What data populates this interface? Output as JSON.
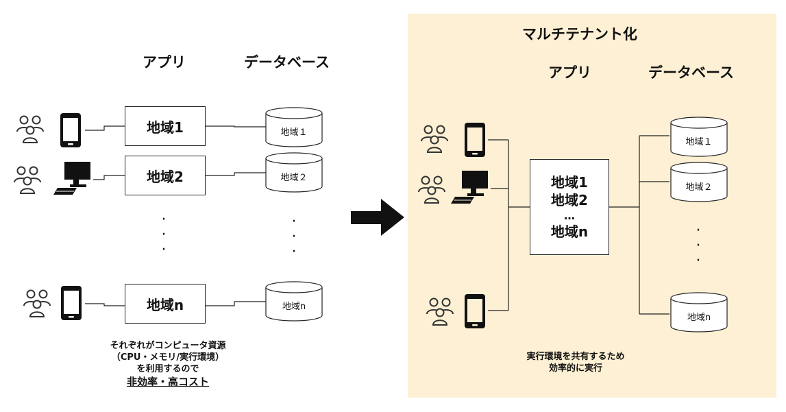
{
  "left": {
    "header_app": "アプリ",
    "header_db": "データベース",
    "apps": [
      "地域1",
      "地域2",
      "地域n"
    ],
    "dbs": [
      "地域１",
      "地域２",
      "地域n"
    ],
    "note_line1": "それぞれがコンピュータ資源",
    "note_line2": "（CPU・メモリ/実行環境）",
    "note_line3": "を利用するので",
    "note_emphasis": "非効率・高コスト"
  },
  "right": {
    "title": "マルチテナント化",
    "header_app": "アプリ",
    "header_db": "データベース",
    "app_lines": [
      "地域1",
      "地域2",
      "…",
      "地域n"
    ],
    "dbs": [
      "地域１",
      "地域２",
      "地域n"
    ],
    "note_line1": "実行環境を共有するため",
    "note_line2": "効率的に実行"
  },
  "colors": {
    "panel": "#fdf0d4",
    "icon_outline": "#333333",
    "device": "#111111"
  },
  "icons": [
    "users-icon",
    "smartphone-icon",
    "desktop-computer-icon",
    "database-icon",
    "arrow-right-icon"
  ]
}
